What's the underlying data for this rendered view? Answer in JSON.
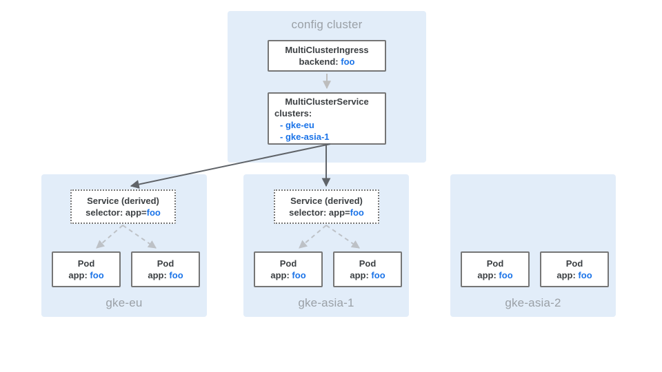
{
  "colors": {
    "region_fill": "#E2EDF9",
    "box_border": "#757575",
    "text_dark": "#3C4043",
    "text_blue": "#1A73E8",
    "label_gray": "#9AA0A6",
    "arrow_dark": "#5F6368",
    "arrow_light": "#BDBDBD"
  },
  "config_cluster": {
    "label": "config cluster",
    "ingress_box": {
      "title": "MultiClusterIngress",
      "backend_prefix": "backend: ",
      "backend_value": "foo"
    },
    "service_box": {
      "title": "MultiClusterService",
      "clusters_label": "clusters:",
      "cluster_items": [
        "- gke-eu",
        "- gke-asia-1"
      ]
    }
  },
  "derived_service": {
    "title": "Service (derived)",
    "selector_prefix": "selector: app=",
    "selector_value": "foo"
  },
  "pod": {
    "title": "Pod",
    "app_prefix": "app: ",
    "app_value": "foo"
  },
  "clusters": [
    {
      "name": "gke-eu"
    },
    {
      "name": "gke-asia-1"
    },
    {
      "name": "gke-asia-2"
    }
  ]
}
